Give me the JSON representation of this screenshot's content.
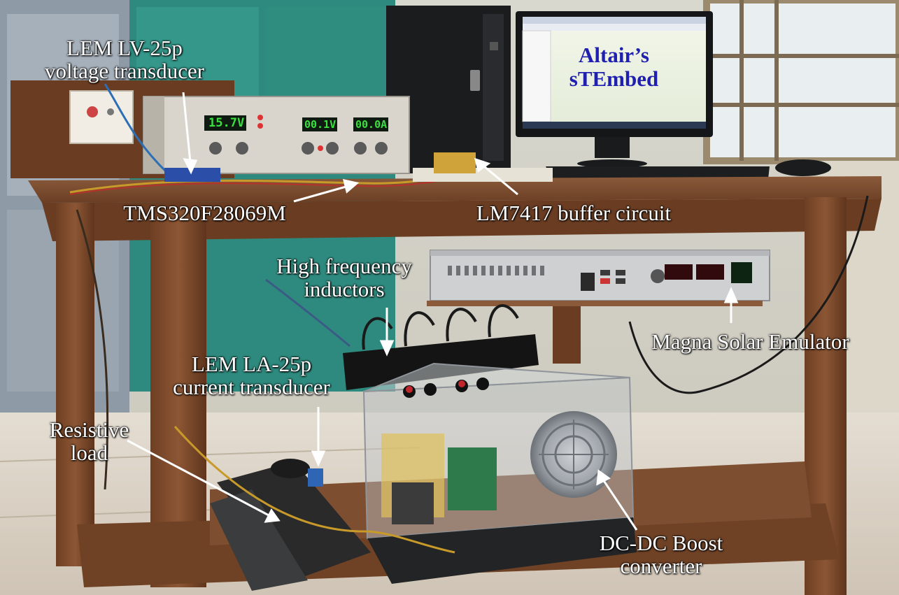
{
  "labels": {
    "lem_lv_line1": "LEM LV-25p",
    "lem_lv_line2": "voltage transducer",
    "tms": "TMS320F28069M",
    "lm7417": "LM7417 buffer circuit",
    "hf_line1": "High frequency",
    "hf_line2": "inductors",
    "magna": "Magna Solar Emulator",
    "lem_la_line1": "LEM LA-25p",
    "lem_la_line2": "current transducer",
    "resistive_line1": "Resistive",
    "resistive_line2": "load",
    "dcdc_line1": "DC-DC Boost",
    "dcdc_line2": "converter",
    "altair_line1": "Altair’s",
    "altair_line2": "sTEmbed"
  },
  "readouts": {
    "psu_voltage": "15.7V",
    "psu_voltage_2": "00.1V",
    "psu_current": "00.0A"
  },
  "colors": {
    "label_text": "#ffffff",
    "screen_text": "#1f1fb0",
    "table_wood": "#7a4a2e",
    "emulator_display": "#e0202a",
    "psu_display": "#3be040"
  }
}
